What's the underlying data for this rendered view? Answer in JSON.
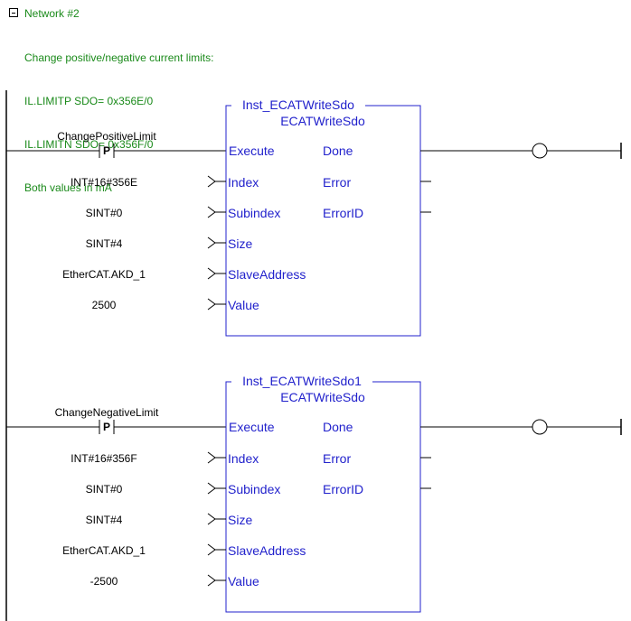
{
  "network": {
    "title": "Network #2",
    "comment": [
      "Change positive/negative current limits:",
      "IL.LIMITP SDO= 0x356E/0",
      "IL.LIMITN SDO= 0x356F/0",
      "Both values in mA"
    ]
  },
  "blocks": [
    {
      "instance": "Inst_ECATWriteSdo",
      "type": "ECATWriteSdo",
      "contact_label": "ChangePositiveLimit",
      "contact_symbol": "P",
      "inputs": [
        "Execute",
        "Index",
        "Subindex",
        "Size",
        "SlaveAddress",
        "Value"
      ],
      "outputs": [
        "Done",
        "Error",
        "ErrorID"
      ],
      "input_values": [
        "INT#16#356E",
        "SINT#0",
        "SINT#4",
        "EtherCAT.AKD_1",
        "2500"
      ]
    },
    {
      "instance": "Inst_ECATWriteSdo1",
      "type": "ECATWriteSdo",
      "contact_label": "ChangeNegativeLimit",
      "contact_symbol": "P",
      "inputs": [
        "Execute",
        "Index",
        "Subindex",
        "Size",
        "SlaveAddress",
        "Value"
      ],
      "outputs": [
        "Done",
        "Error",
        "ErrorID"
      ],
      "input_values": [
        "INT#16#356F",
        "SINT#0",
        "SINT#4",
        "EtherCAT.AKD_1",
        "-2500"
      ]
    }
  ]
}
